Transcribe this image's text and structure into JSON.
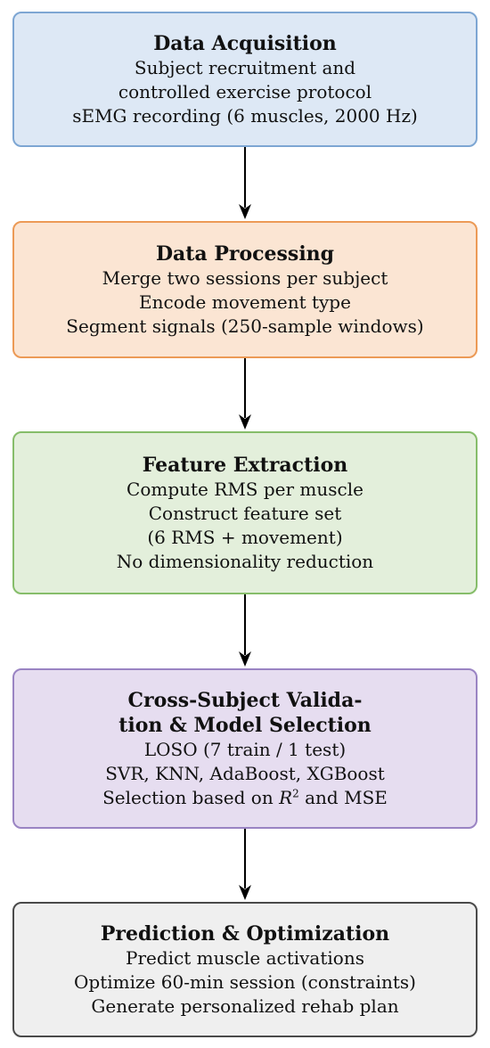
{
  "stages": [
    {
      "id": "data-acquisition",
      "title": "Data Acquisition",
      "lines": [
        "Subject recruitment and",
        "controlled exercise protocol",
        "sEMG recording (6 muscles, 2000 Hz)"
      ],
      "fill": "#dde8f5",
      "border": "#7da6d3"
    },
    {
      "id": "data-processing",
      "title": "Data Processing",
      "lines": [
        "Merge two sessions per subject",
        "Encode movement type",
        "Segment signals (250-sample windows)"
      ],
      "fill": "#fbe5d3",
      "border": "#ec9a56"
    },
    {
      "id": "feature-extraction",
      "title": "Feature Extraction",
      "lines": [
        "Compute RMS per muscle",
        "Construct feature set",
        "(6 RMS + movement)",
        "No dimensionality reduction"
      ],
      "fill": "#e3efdb",
      "border": "#86bd6a"
    },
    {
      "id": "cross-subject-validation",
      "title_lines": [
        "Cross-Subject Valida-",
        "tion & Model Selection"
      ],
      "lines": [
        "LOSO (7 train / 1 test)",
        "SVR, KNN, AdaBoost, XGBoost"
      ],
      "selection_line": {
        "prefix": "Selection based on ",
        "variable": "R",
        "exponent": "2",
        "suffix": " and MSE"
      },
      "fill": "#e6ddf0",
      "border": "#9a84c3"
    },
    {
      "id": "prediction-optimization",
      "title": "Prediction & Optimization",
      "lines": [
        "Predict muscle activations",
        "Optimize 60-min session (constraints)",
        "Generate personalized rehab plan"
      ],
      "fill": "#efefef",
      "border": "#4a4a4a"
    }
  ]
}
